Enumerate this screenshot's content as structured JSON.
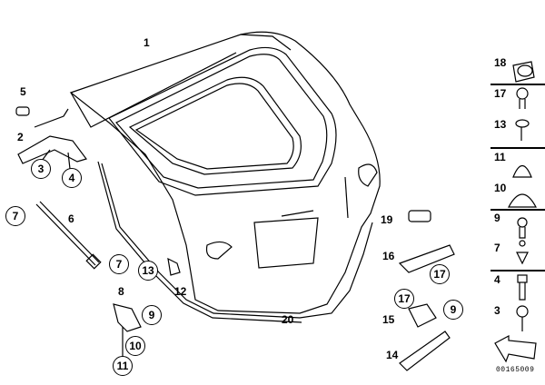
{
  "diagram": {
    "main_labels": [
      "1",
      "2",
      "5",
      "6",
      "8",
      "12",
      "14",
      "15",
      "16",
      "19",
      "20"
    ],
    "circled_labels": [
      "3",
      "4",
      "7",
      "7",
      "9",
      "10",
      "11",
      "13",
      "17",
      "17",
      "9"
    ],
    "fastener_column": [
      "18",
      "17",
      "13",
      "11",
      "10",
      "9",
      "7",
      "4",
      "3"
    ],
    "diagram_code": "00165009"
  }
}
